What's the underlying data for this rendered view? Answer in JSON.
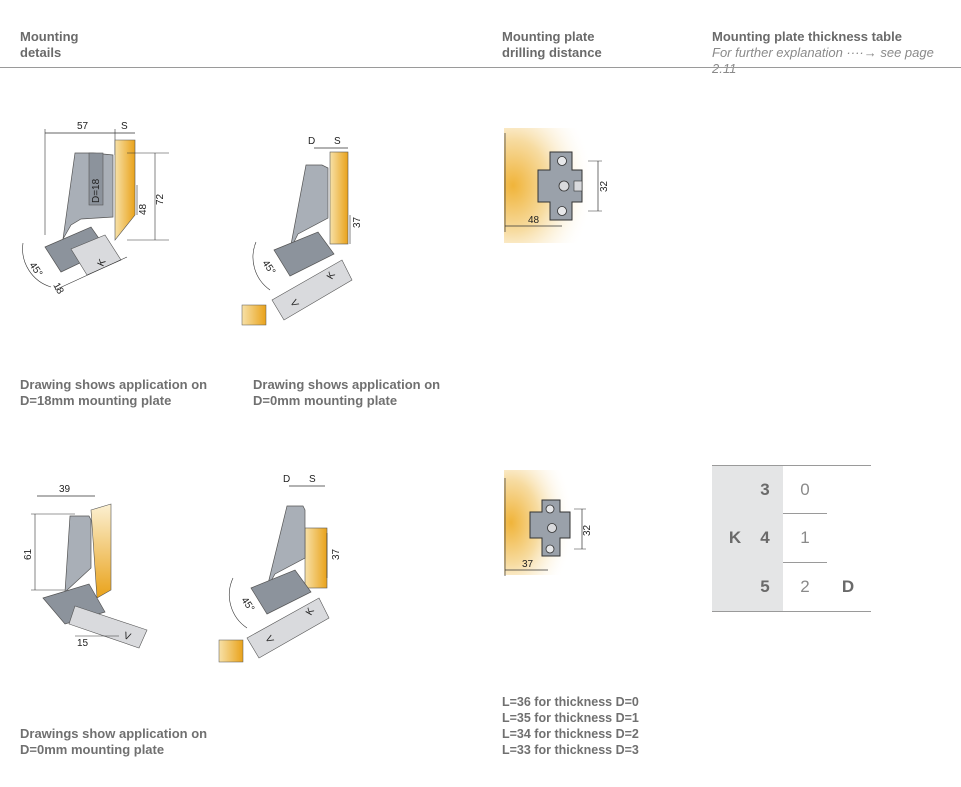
{
  "header": {
    "mounting_details": [
      "Mounting",
      "details"
    ],
    "drilling_distance": [
      "Mounting plate",
      "drilling distance"
    ],
    "thickness_table_title": "Mounting plate thickness table",
    "thickness_table_subtitle": "For further explanation ····→ see page 2.11"
  },
  "captions": {
    "fig1": [
      "Drawing shows application on",
      "D=18mm mounting plate"
    ],
    "fig2": [
      "Drawing shows application on",
      "D=0mm mounting plate"
    ],
    "bottom": [
      "Drawings show application on",
      "D=0mm mounting plate"
    ]
  },
  "dims": {
    "fig1": {
      "top": "57",
      "s": "S",
      "d": "D=18",
      "h1": "48",
      "h2": "72",
      "angle": "45°",
      "k": "K",
      "b": "18"
    },
    "fig2": {
      "d": "D",
      "s": "S",
      "h": "37",
      "angle": "45°",
      "k": "K",
      "v": "V"
    },
    "fig3": {
      "top": "39",
      "left": "61",
      "b": "15",
      "v": "V"
    },
    "fig4": {
      "d": "D",
      "s": "S",
      "h": "37",
      "angle": "45°",
      "k": "K",
      "v": "V"
    },
    "plate1": {
      "w": "48",
      "h": "32"
    },
    "plate2": {
      "w": "37",
      "h": "32"
    }
  },
  "thickness_lines": [
    "L=36 for thickness D=0",
    "L=35 for thickness D=1",
    "L=34 for thickness D=2",
    "L=33 for thickness D=3"
  ],
  "table": {
    "k_label": "K",
    "d_label": "D",
    "rows": [
      {
        "k": "3",
        "d": "0"
      },
      {
        "k": "4",
        "d": "1"
      },
      {
        "k": "5",
        "d": "2"
      }
    ]
  }
}
